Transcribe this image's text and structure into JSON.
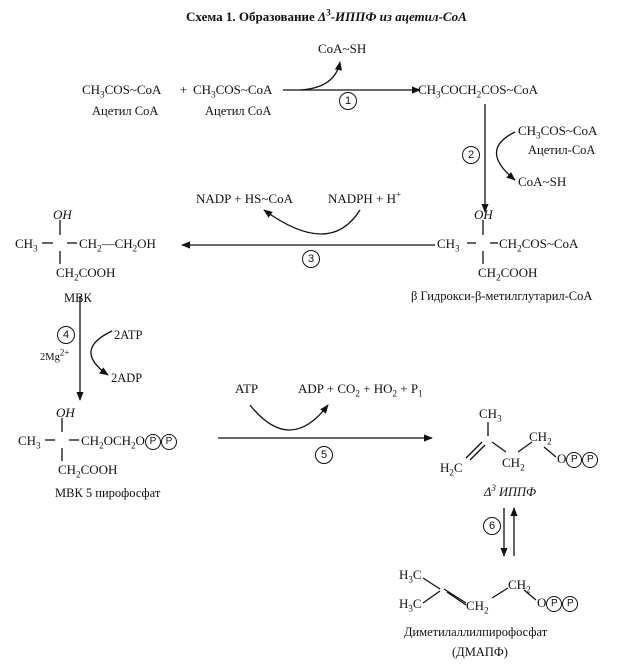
{
  "title": {
    "prefix": "Схема 1.  Образование ",
    "delta": "Δ",
    "sup": "3",
    "suffix": "-ИППФ из ацетил-CoA"
  },
  "steps": [
    "1",
    "2",
    "3",
    "4",
    "5",
    "6"
  ],
  "phosphate_symbol": "P",
  "step1": {
    "substrate1": "CH3COS~CoA",
    "plus": "+",
    "substrate2": "CH3COS~CoA",
    "name1": "Ацетил CoA",
    "name2": "Ацетил CoA",
    "released": "CoA~SH",
    "product": "CH3COCH2COS~CoA"
  },
  "step2": {
    "cosubstrate": "CH3COS~CoA",
    "cosubstrate_name": "Ацетил-CoA",
    "released": "CoA~SH"
  },
  "hmg": {
    "oh": "OH",
    "ch3": "CH3",
    "chain": "CH2COS~CoA",
    "branch": "CH2COOH",
    "name": "β Гидрокси-β-метилглутарил-CoA"
  },
  "step3": {
    "product_label": "NADP + HS~CoA",
    "reagent_label": "NADPH + H+"
  },
  "mvk": {
    "oh": "OH",
    "ch3": "CH3",
    "chain": "CH2—CH2OH",
    "branch": "CH2COOH",
    "name": "МВК"
  },
  "step4": {
    "atp": "2ATP",
    "adp": "2ADP",
    "mg": "2Mg2+"
  },
  "mvk5pp": {
    "oh": "OH",
    "ch3": "CH3",
    "chain": "CH2OCH2O",
    "branch": "CH2COOH",
    "name": "МВК 5 пирофосфат"
  },
  "step5": {
    "atp": "ATP",
    "products": "ADP + CO2 + HO2 + P1"
  },
  "ippf": {
    "ch3": "CH3",
    "h2c": "H2C",
    "ch2": "CH2",
    "ch2o": "CH2",
    "o": "O",
    "name_delta": "Δ",
    "name_sup": "3",
    "name": "ИППФ"
  },
  "dmapf": {
    "h3c_top": "H3C",
    "h3c_bottom": "H3C",
    "ch2": "CH2",
    "ch2o": "CH2",
    "o": "O",
    "name": "Диметилаллилпирофосфат",
    "abbr": "(ДМАПФ)"
  }
}
